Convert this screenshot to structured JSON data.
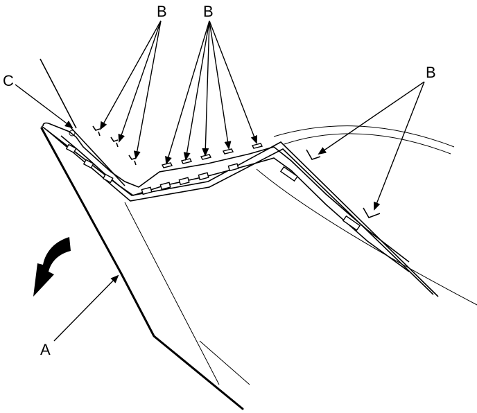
{
  "labels": {
    "a": "A",
    "b1": "B",
    "b2": "B",
    "b3": "B",
    "c": "C"
  },
  "colors": {
    "line": "#000000",
    "background": "#ffffff"
  },
  "icons": {
    "removal_direction": "curved-arrow-icon"
  }
}
